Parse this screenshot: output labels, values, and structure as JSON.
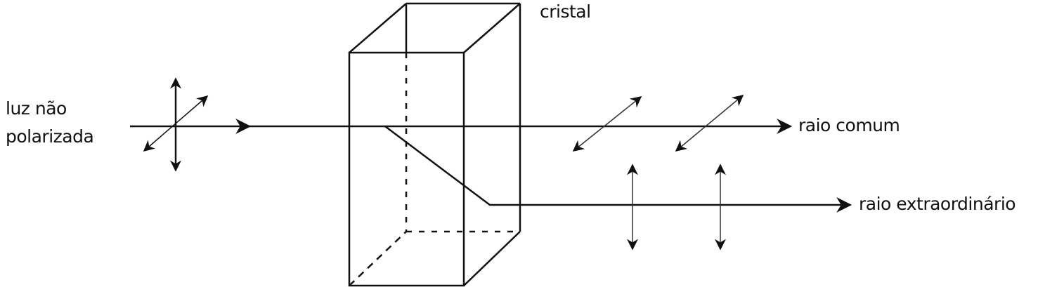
{
  "labels": {
    "crystal": "cristal",
    "unpolarized_line1": "luz não",
    "unpolarized_line2": "polarizada",
    "ordinary_ray": "raio comum",
    "extraordinary_ray": "raio extraordinário"
  },
  "colors": {
    "line": "#111111",
    "thin": "#333333"
  }
}
